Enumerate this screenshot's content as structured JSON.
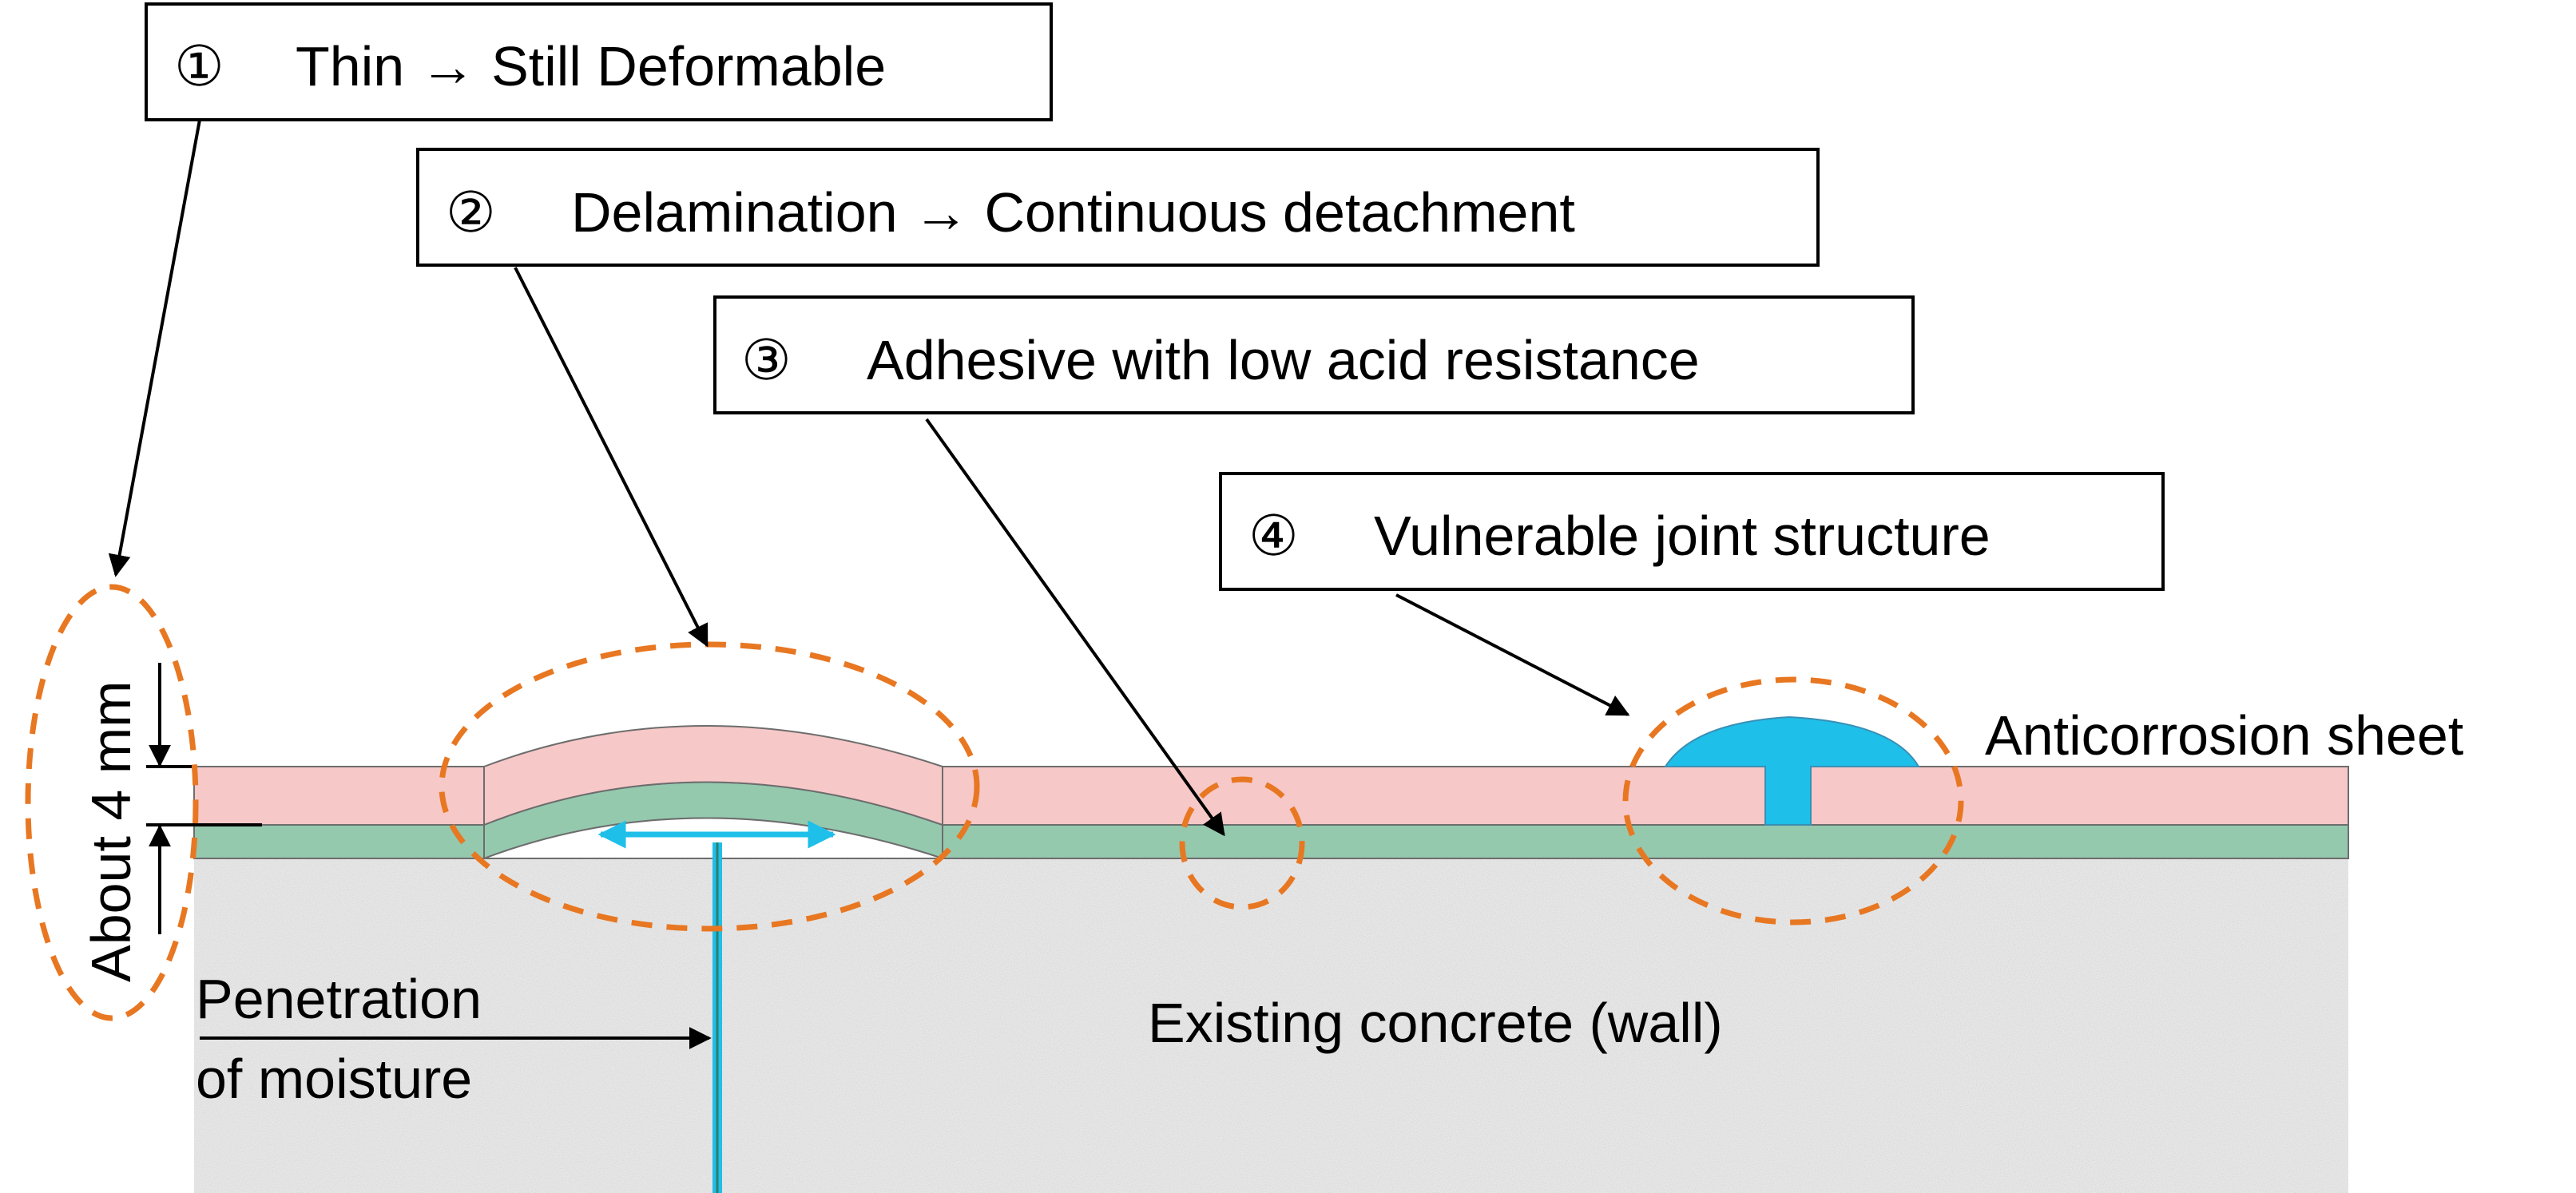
{
  "callouts": [
    {
      "number": "①",
      "text": "Thin → Still Deformable"
    },
    {
      "number": "②",
      "text": "Delamination → Continuous detachment"
    },
    {
      "number": "③",
      "text": "Adhesive with low acid resistance"
    },
    {
      "number": "④",
      "text": "Vulnerable joint structure"
    }
  ],
  "labels": {
    "thickness": "About 4 mm",
    "anticorrosion_sheet": "Anticorrosion sheet",
    "penetration_line1": "Penetration",
    "penetration_line2": "of moisture",
    "concrete": "Existing concrete (wall)"
  },
  "colors": {
    "sheet": "#f7c8c8",
    "adhesive": "#94c9ae",
    "joint": "#1ebfe8",
    "moisture": "#1ebfe8",
    "concrete": "#e7e7e7",
    "highlight": "#e87722"
  }
}
